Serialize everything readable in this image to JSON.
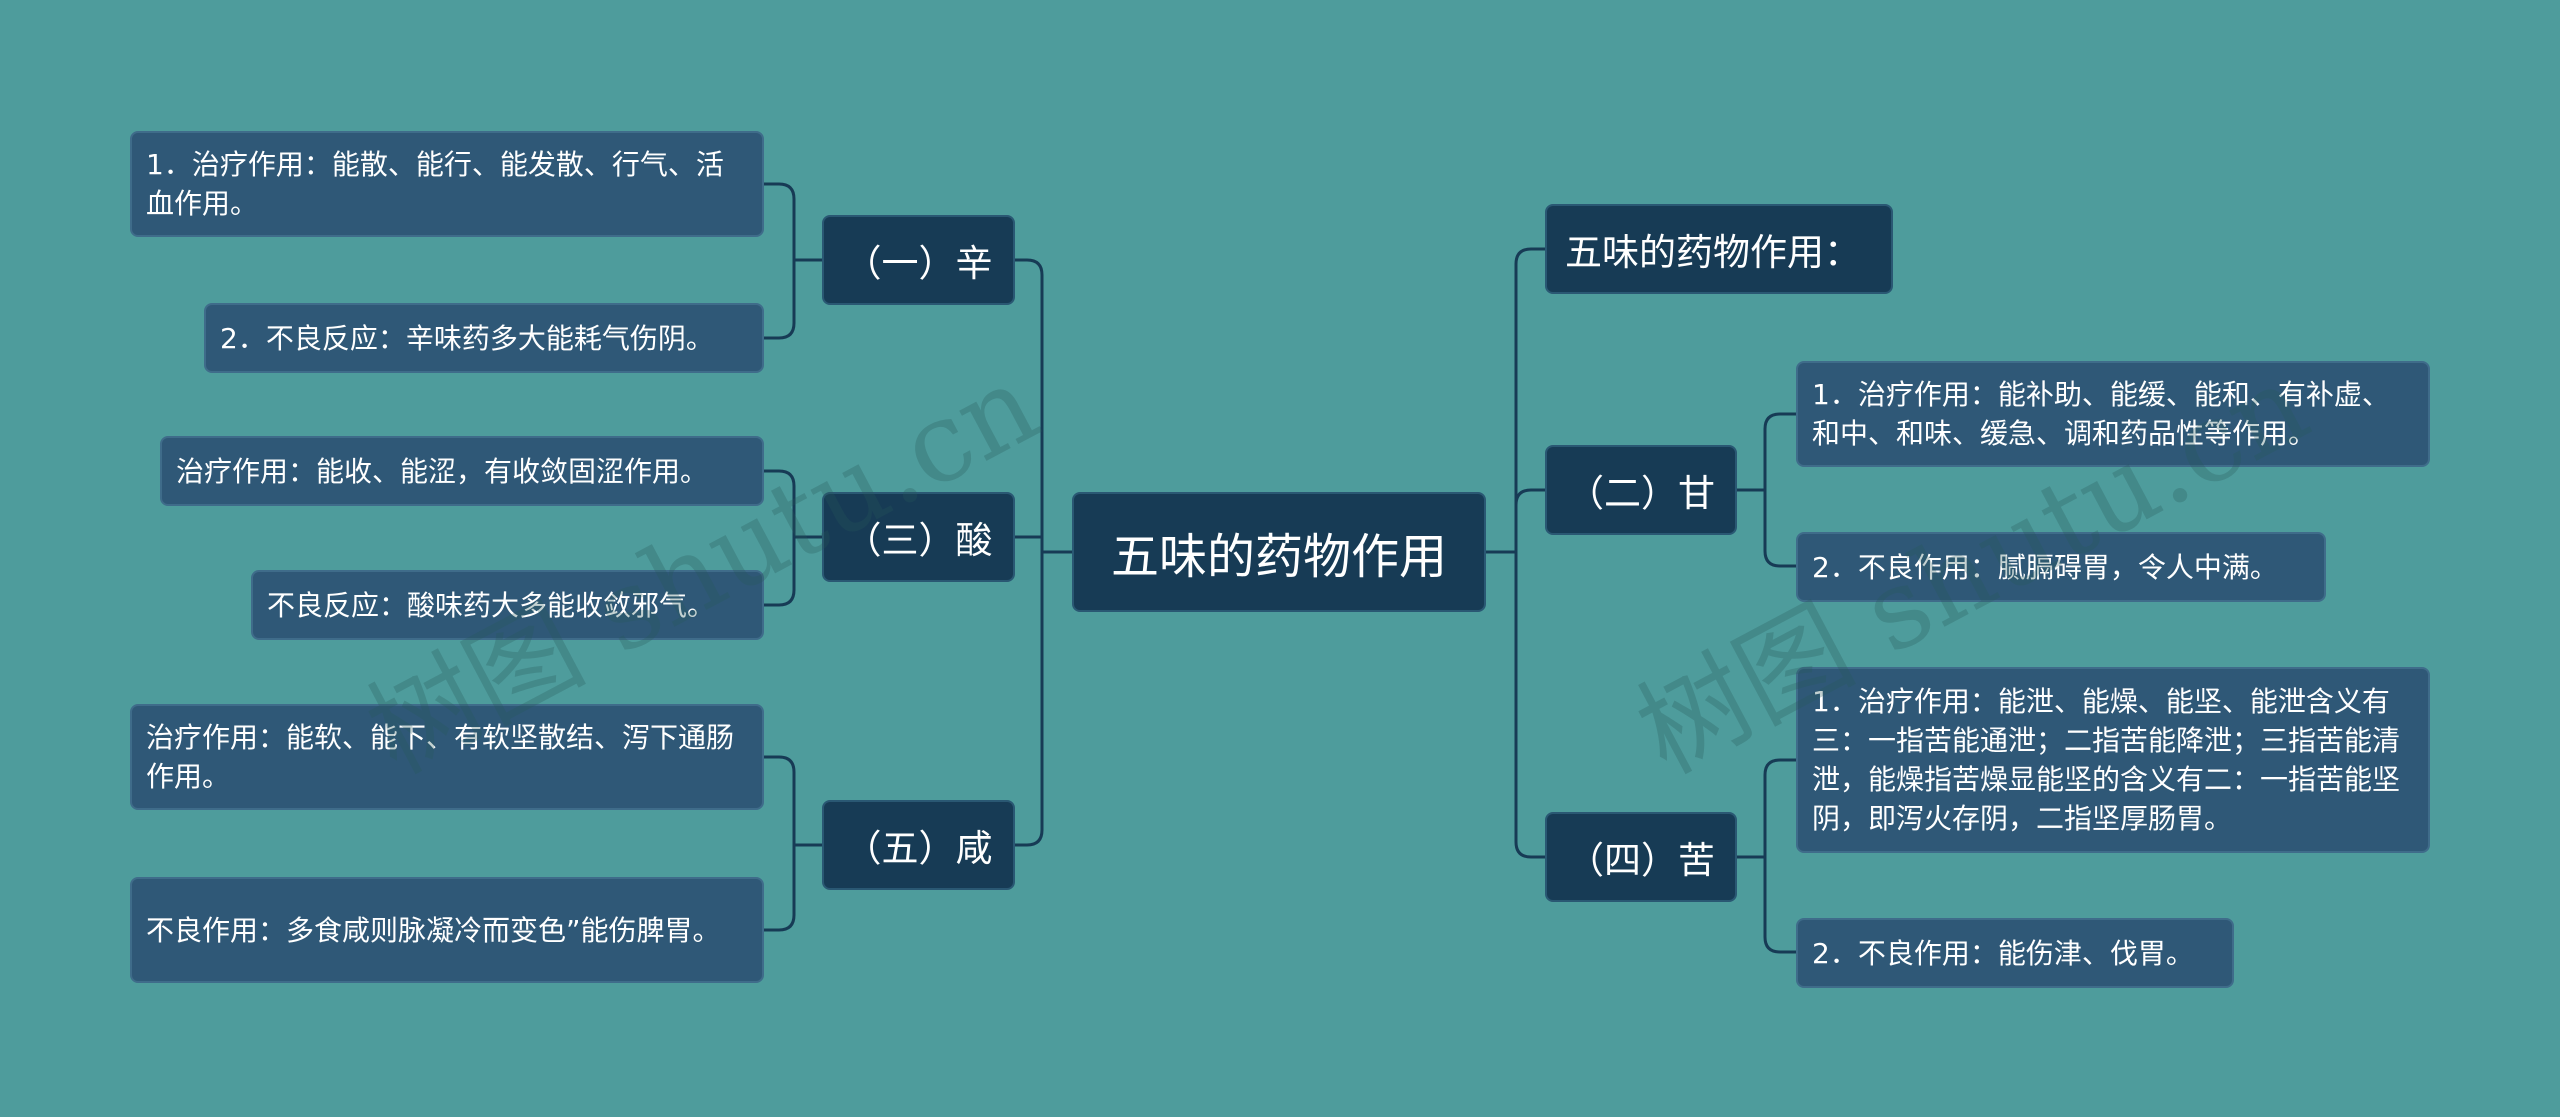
{
  "root": {
    "label": "五味的药物作用"
  },
  "branches": {
    "xin": {
      "label": "（一）辛",
      "items": [
        "1．治疗作用：能散、能行、能发散、行气、活血作用。",
        "2．不良反应：辛味药多大能耗气伤阴。"
      ]
    },
    "suan": {
      "label": "（三）酸",
      "items": [
        "治疗作用：能收、能涩，有收敛固涩作用。",
        "不良反应：酸味药大多能收敛邪气。"
      ]
    },
    "xian": {
      "label": "（五）咸",
      "items": [
        "治疗作用：能软、能下、有软坚散结、泻下通肠作用。",
        "不良作用：多食咸则脉凝冷而变色”能伤脾胃。"
      ]
    },
    "intro": {
      "label": "五味的药物作用："
    },
    "gan": {
      "label": "（二）甘",
      "items": [
        "1．治疗作用：能补助、能缓、能和、有补虚、和中、和味、缓急、调和药品性等作用。",
        "2．不良作用：腻膈碍胃，令人中满。"
      ]
    },
    "ku": {
      "label": "（四）苦",
      "items": [
        "1．治疗作用：能泄、能燥、能坚、能泄含义有三：一指苦能通泄；二指苦能降泄；三指苦能清泄，能燥指苦燥显能坚的含义有二：一指苦能坚阴，即泻火存阴，二指坚厚肠胃。",
        "2．不良作用：能伤津、伐胃。"
      ]
    }
  },
  "watermark": "树图 shutu.cn",
  "colors": {
    "background": "#4e9c9c",
    "node_dark": "#173b55",
    "leaf": "#2f5877",
    "line": "#173b55"
  }
}
